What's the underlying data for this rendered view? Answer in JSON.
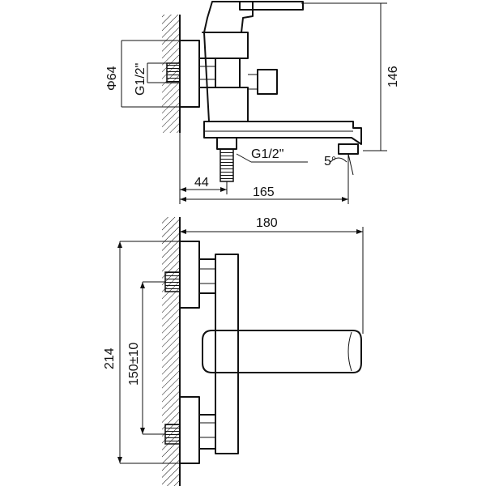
{
  "dimensions": {
    "side_view": {
      "diameter": "Φ64",
      "thread_wall": "G1/2\"",
      "height": "146",
      "thread_outlet": "G1/2\"",
      "angle": "5°",
      "wall_offset": "44",
      "spout_length": "165"
    },
    "front_view": {
      "overall_width": "180",
      "overall_height": "214",
      "centre_distance": "150±10"
    }
  },
  "colors": {
    "line": "#111111",
    "background": "#ffffff"
  }
}
